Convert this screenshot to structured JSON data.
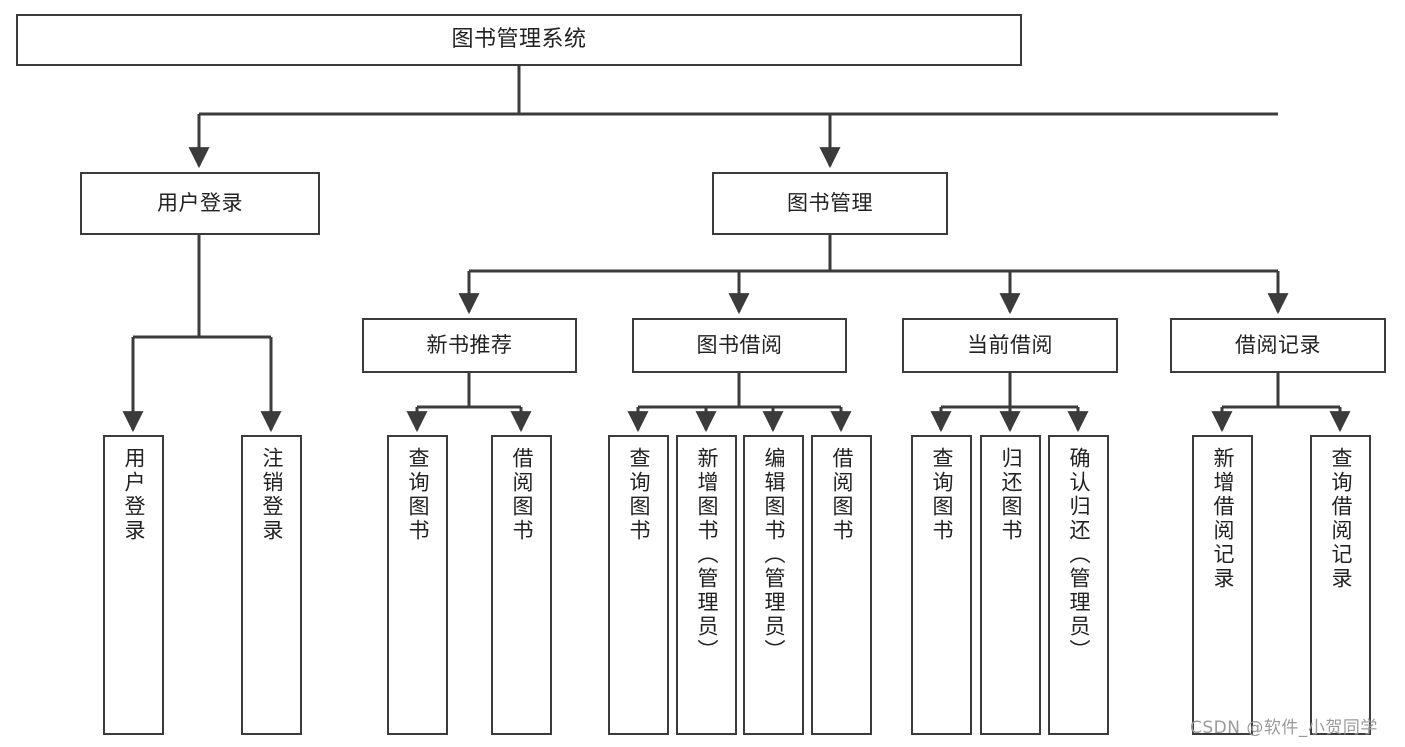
{
  "diagram": {
    "title": "图书管理系统",
    "type": "tree-hierarchy",
    "orientation": "top-down",
    "colors": {
      "box_border": "#3b3b3b",
      "box_fill": "#ffffff",
      "edge": "#3b3b3b",
      "text": "#222222",
      "watermark": "#9a9a9a",
      "background": "#ffffff"
    }
  },
  "nodes": {
    "root": {
      "label": "图书管理系统"
    },
    "level2": [
      {
        "label": "用户登录"
      },
      {
        "label": "图书管理"
      }
    ],
    "level3": [
      {
        "label": "新书推荐"
      },
      {
        "label": "图书借阅"
      },
      {
        "label": "当前借阅"
      },
      {
        "label": "借阅记录"
      }
    ],
    "leaves": {
      "user_login": [
        {
          "label": "用户登录"
        },
        {
          "label": "注销登录"
        }
      ],
      "new_book_recommend": [
        {
          "label": "查询图书"
        },
        {
          "label": "借阅图书"
        }
      ],
      "book_borrow": [
        {
          "label": "查询图书"
        },
        {
          "label": "新增图书（管理员）"
        },
        {
          "label": "编辑图书（管理员）"
        },
        {
          "label": "借阅图书"
        }
      ],
      "current_borrow": [
        {
          "label": "查询图书"
        },
        {
          "label": "归还图书"
        },
        {
          "label": "确认归还（管理员）"
        }
      ],
      "borrow_record": [
        {
          "label": "新增借阅记录"
        },
        {
          "label": "查询借阅记录"
        }
      ]
    }
  },
  "watermark": {
    "text": "CSDN @软件_小贺同学"
  }
}
